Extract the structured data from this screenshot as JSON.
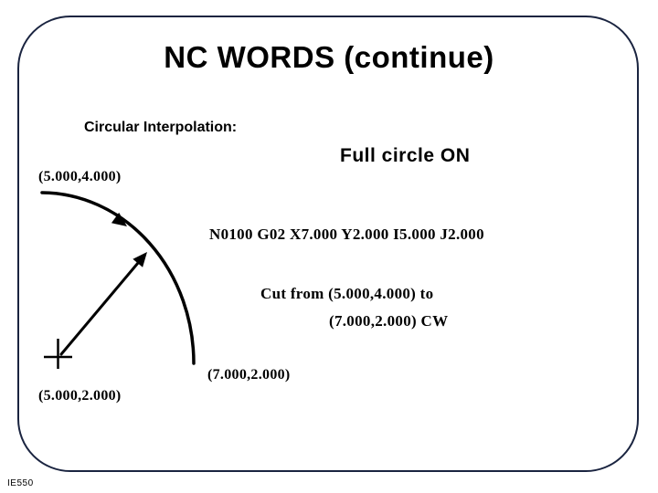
{
  "slide": {
    "title": "NC WORDS (continue)",
    "section_heading": "Circular Interpolation:",
    "callout": "Full circle ON",
    "nc_code": "N0100 G02 X7.000 Y2.000 I5.000 J2.000",
    "cut_description_line1": "Cut from (5.000,4.000) to",
    "cut_description_line2": "(7.000,2.000) CW",
    "diagram": {
      "start_point_label": "(5.000,4.000)",
      "end_point_label": "(7.000,2.000)",
      "center_point_label": "(5.000,2.000)"
    },
    "footer": "IE550",
    "colors": {
      "border": "#1a2440",
      "text": "#000000",
      "background": "#ffffff"
    }
  }
}
